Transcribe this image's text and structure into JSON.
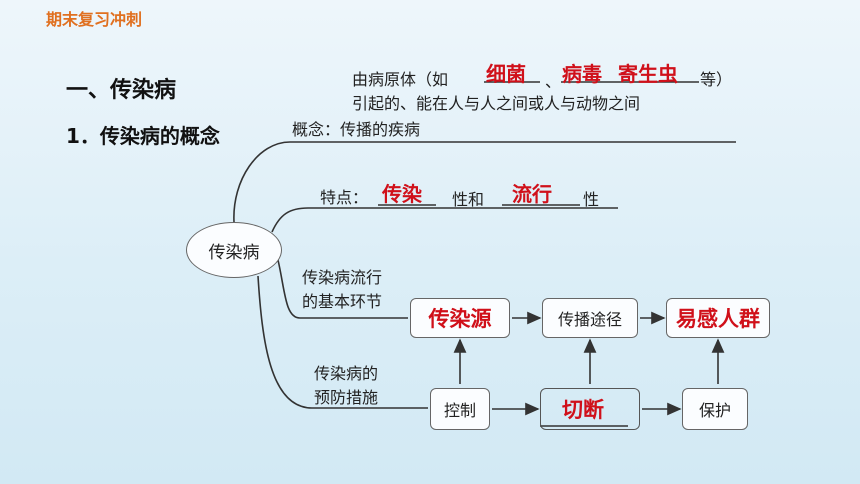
{
  "header": "期末复习冲刺",
  "section_title": "一、传染病",
  "subsection_title": "1．传染病的概念",
  "center_label": "传染病",
  "concept": {
    "line1_prefix": "由病原体（如",
    "answer1": "细菌",
    "sep": "、",
    "answer2": "病毒",
    "answer3": "寄生虫",
    "line1_suffix": "等）",
    "line2": "引起的、能在人与人之间或人与动物之间",
    "line3": "概念：传播的疾病"
  },
  "feature": {
    "prefix": "特点：",
    "answer1": "传染",
    "middle": "性和",
    "answer2": "流行",
    "suffix": "性"
  },
  "links": {
    "label_line1": "传染病流行",
    "label_line2": "的基本环节",
    "source": "传染源",
    "route": "传播途径",
    "population": "易感人群"
  },
  "prevention": {
    "label_line1": "传染病的",
    "label_line2": "预防措施",
    "control": "控制",
    "cut": "切断",
    "protect": "保护"
  }
}
